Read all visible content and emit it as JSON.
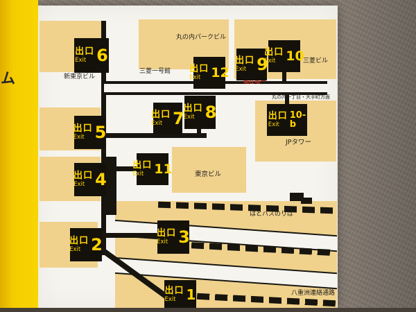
{
  "frame": {
    "partial_left_text": "ム"
  },
  "map": {
    "exits": [
      {
        "kanji": "出口",
        "en": "Exit",
        "num": "6"
      },
      {
        "kanji": "出口",
        "en": "Exit",
        "num": "12"
      },
      {
        "kanji": "出口",
        "en": "Exit",
        "num": "9"
      },
      {
        "kanji": "出口",
        "en": "Exit",
        "num": "10"
      },
      {
        "kanji": "出口",
        "en": "Exit",
        "num": "7"
      },
      {
        "kanji": "出口",
        "en": "Exit",
        "num": "8"
      },
      {
        "kanji": "出口",
        "en": "Exit",
        "num": "5"
      },
      {
        "kanji": "出口",
        "en": "Exit",
        "num": "10-b"
      },
      {
        "kanji": "出口",
        "en": "Exit",
        "num": "11"
      },
      {
        "kanji": "出口",
        "en": "Exit",
        "num": "4"
      },
      {
        "kanji": "出口",
        "en": "Exit",
        "num": "3"
      },
      {
        "kanji": "出口",
        "en": "Exit",
        "num": "2"
      },
      {
        "kanji": "出口",
        "en": "Exit",
        "num": "1"
      }
    ],
    "labels": {
      "marunouchi_park_building": "丸の内パークビル",
      "mitsubishi_ichigokan": "三菱一号館",
      "mitsubishi_building": "三菱ビル",
      "shin_tokyo_building": "新東京ビル",
      "jp_tower": "JPタワー",
      "tokyo_building": "東京ビル",
      "hato_bus_stop": "はとバスのりば",
      "yaesu_passage": "八重洲連絡通路",
      "direction": "丸の内一丁目・大手町方面"
    },
    "current_location": {
      "text": "現在地",
      "marker": "▲"
    }
  },
  "colors": {
    "frame_yellow": "#f6cd00",
    "panel_white": "#f6f4ee",
    "building_tan": "#f0d28d",
    "line_black": "#17150e",
    "exit_sign_bg": "#14110b",
    "exit_sign_text": "#ffd400",
    "location_red": "#d13826",
    "wall": "#8a8076"
  }
}
